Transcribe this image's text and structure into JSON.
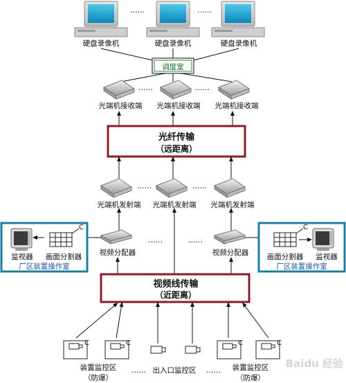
{
  "diagram": {
    "top": {
      "recorders": [
        "硬盘录像机",
        "硬盘录像机",
        "硬盘录像机"
      ],
      "ellipsis": "……",
      "control_room": "调度室"
    },
    "optical_receivers": [
      "光端机接收端",
      "光端机接收端",
      "光端机接收端"
    ],
    "fiber": {
      "title": "光纤传输",
      "subtitle": "（远距离）"
    },
    "optical_transmitters": [
      "光端机发射端",
      "光端机发射端",
      "光端机发射端"
    ],
    "left_station": {
      "monitor": "监视器",
      "splitter": "画面分割器",
      "room": "厂区装置操作室",
      "camera_mark": "C"
    },
    "right_station": {
      "monitor": "监视器",
      "splitter": "画面分割器",
      "room": "厂区装置操作室",
      "camera_mark": "C"
    },
    "video_distributors": [
      "视频分配器",
      "视频分配器"
    ],
    "video": {
      "title": "视频线传输",
      "subtitle": "（近距离）"
    },
    "bottom": {
      "device_area": "装置监控区",
      "explosion_proof": "（防爆）",
      "entrance_area": "出入口监控区",
      "dots": "……"
    },
    "watermark": "Baidu 经验"
  }
}
